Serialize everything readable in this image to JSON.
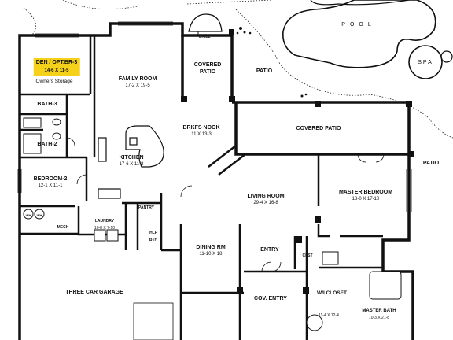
{
  "labels": {
    "grill": "GRILL",
    "pool": "POOL",
    "spa": "SPA",
    "den_name": "DEN / OPT.BR-3",
    "den_dim": "14-6 X 11-5",
    "owners_storage": "Owners Storage",
    "family_name": "FAMILY ROOM",
    "family_dim": "17-2 X 19-5",
    "covered_patio_top_1": "COVERED",
    "covered_patio_top_2": "PATIO",
    "patio_top": "PATIO",
    "bath3": "BATH-3",
    "bath2": "BATH-2",
    "brkfs_name": "BRKFS NOOK",
    "brkfs_dim": "11 X 13-3",
    "covered_patio_mid": "COVERED PATIO",
    "kitchen_name": "KITCHEN",
    "kitchen_dim": "17-6 X 11-8",
    "patio_right": "PATIO",
    "bedroom2_name": "BEDROOM-2",
    "bedroom2_dim": "12-1 X 11-1",
    "living_name": "LIVING ROOM",
    "living_dim": "29-4 X 16-8",
    "master_bed_name": "MASTER BEDROOM",
    "master_bed_dim": "18-0 X 17-10",
    "pantry": "PANTRY",
    "laundry_name": "LAUNDRY",
    "laundry_dim": "10-8 X 7-10",
    "hlf_bth_1": "HLF",
    "hlf_bth_2": "BTH",
    "mech": "MECH",
    "dining_name": "DINING RM",
    "dining_dim": "11-10 X 18",
    "entry": "ENTRY",
    "clst": "CLST",
    "garage": "THREE CAR GARAGE",
    "cov_entry": "COV. ENTRY",
    "wi_closet": "W/I CLOSET",
    "wi_closet_dim": "11-4 X 12-4",
    "master_bath_name": "MASTER BATH",
    "master_bath_dim": "10-3 X 21-8",
    "appliance": "WH"
  },
  "colors": {
    "wall": "#111111",
    "highlight": "#f6d11a",
    "background": "#ffffff"
  }
}
